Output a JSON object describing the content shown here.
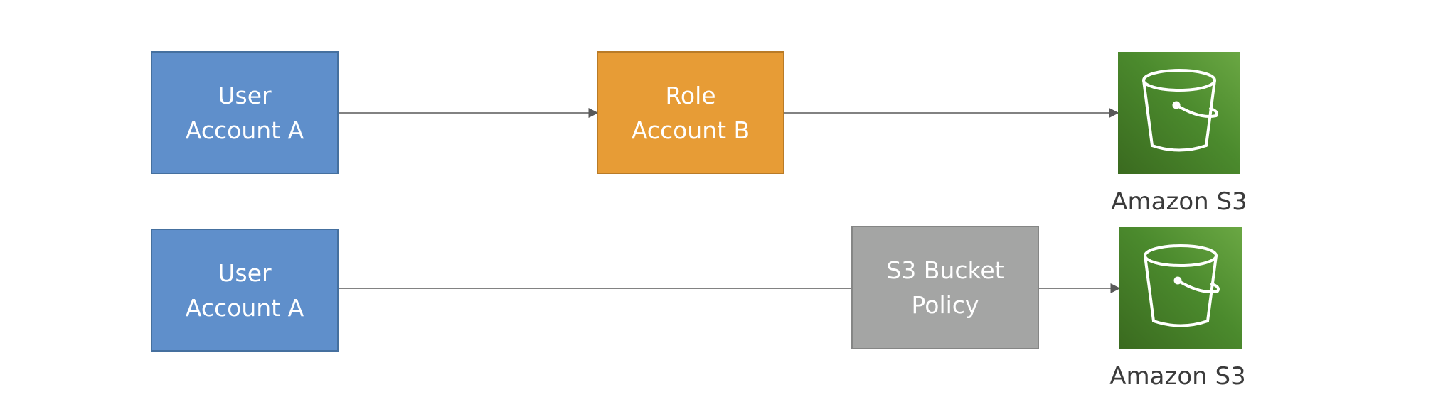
{
  "row1": {
    "user": {
      "line1": "User",
      "line2": "Account A"
    },
    "role": {
      "line1": "Role",
      "line2": "Account B"
    },
    "s3_label": "Amazon S3"
  },
  "row2": {
    "user": {
      "line1": "User",
      "line2": "Account A"
    },
    "policy": {
      "line1": "S3 Bucket",
      "line2": "Policy"
    },
    "s3_label": "Amazon S3"
  },
  "colors": {
    "user": "#5f8fcb",
    "role": "#e79c36",
    "policy": "#a4a5a4",
    "s3": "#4b8a2d",
    "connector": "#595959"
  },
  "icons": [
    "s3-bucket-icon"
  ]
}
